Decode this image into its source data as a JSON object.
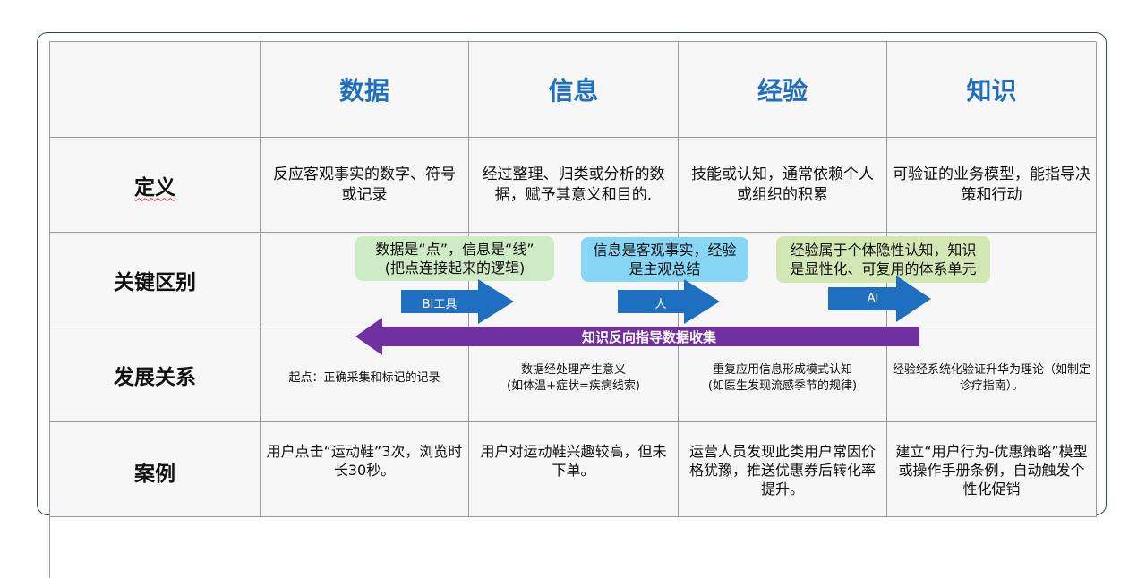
{
  "table": {
    "headers": [
      "",
      "数据",
      "信息",
      "经验",
      "知识"
    ],
    "rows": [
      {
        "label": "定义",
        "cells": [
          "反应客观事实的数字、符号或记录",
          "经过整理、归类或分析的数据，赋予其意义和目的.",
          "技能或认知，通常依赖个人或组织的积累",
          "可验证的业务模型，能指导决策和行动"
        ]
      },
      {
        "label": "关键区别",
        "cells": [
          "",
          "",
          "",
          ""
        ]
      },
      {
        "label": "发展关系",
        "cells": [
          "起点：正确采集和标记的记录",
          "数据经处理产生意义\n(如体温+症状=疾病线索)",
          "重复应用信息形成模式认知\n(如医生发现流感季节的规律)",
          "经验经系统化验证升华为理论（如制定诊疗指南）。"
        ]
      },
      {
        "label": "案例",
        "cells": [
          "用户点击“运动鞋”3次，浏览时长30秒。",
          "用户对运动鞋兴趣较高，但未下单。",
          "运营人员发现此类用户常因价格犹豫，推送优惠券后转化率提升。",
          "建立“用户行为-优惠策略”模型或操作手册条例，自动触发个性化促销"
        ]
      }
    ]
  },
  "bubbles": {
    "data_info": [
      "数据是“点”，信息是“线”",
      "(把点连接起来的逻辑)"
    ],
    "info_exp": [
      "信息是客观事实，经验",
      "是主观总结"
    ],
    "exp_know": [
      "经验属于个体隐性认知，知识",
      "是显性化、可复用的体系单元"
    ]
  },
  "arrows": {
    "bi": "BI工具",
    "person": "人",
    "ai": "AI",
    "back": "知识反向指导数据收集"
  },
  "colors": {
    "header_text": "#1f6fc1",
    "arrow_blue": "#1f6fc1",
    "arrow_purple": "#7030a0",
    "bubble_green": "#cdebc4",
    "bubble_blue": "#87d6f5",
    "bubble_lime": "#d3e7b5"
  }
}
